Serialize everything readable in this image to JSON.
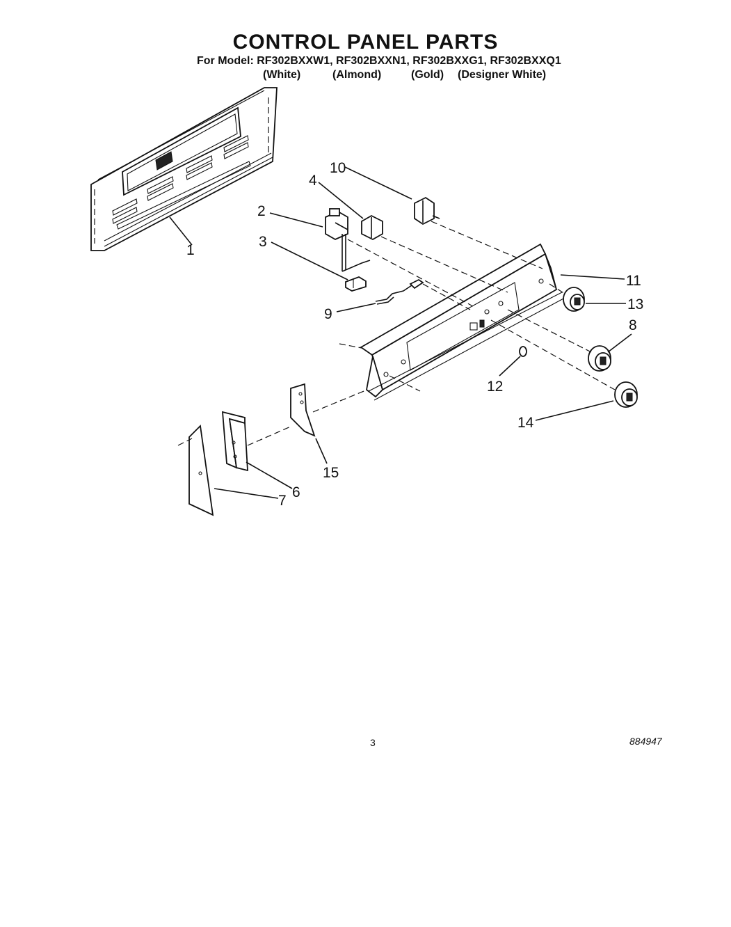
{
  "title": "CONTROL PANEL PARTS",
  "models_line": "For Model: RF302BXXW1, RF302BXXN1, RF302BXXG1, RF302BXXQ1",
  "colors": [
    "(White)",
    "(Almond)",
    "(Gold)",
    "(Designer White)"
  ],
  "callouts": {
    "c1": "1",
    "c2": "2",
    "c3": "3",
    "c4": "4",
    "c6": "6",
    "c7": "7",
    "c8": "8",
    "c9": "9",
    "c10": "10",
    "c11": "11",
    "c12": "12",
    "c13": "13",
    "c14": "14",
    "c15": "15"
  },
  "page_number": "3",
  "doc_code": "884947"
}
